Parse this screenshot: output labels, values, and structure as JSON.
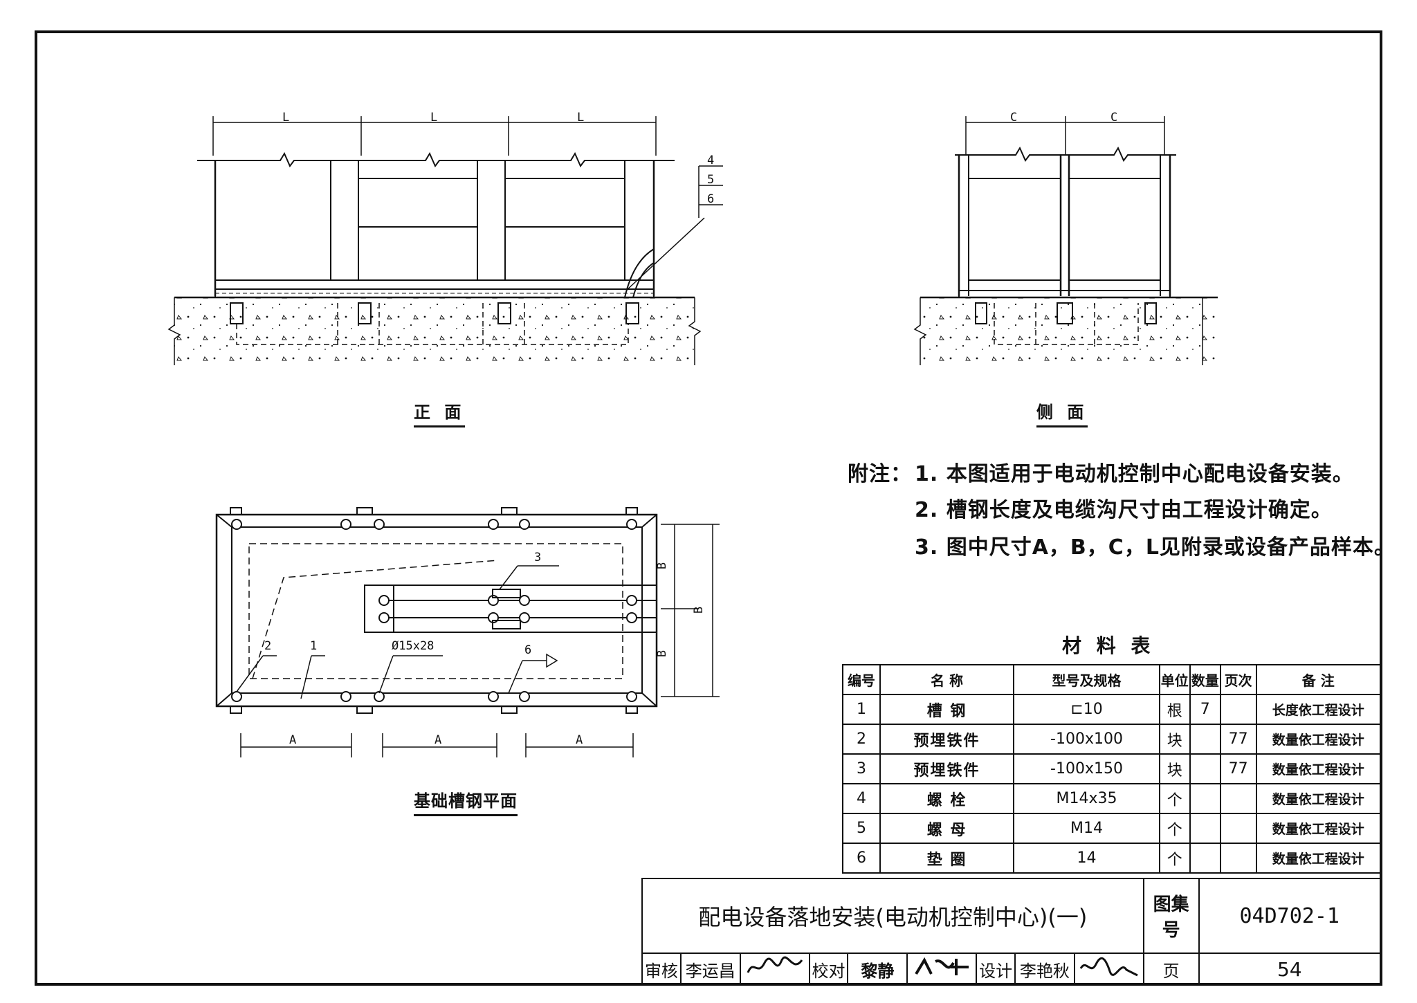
{
  "views": {
    "front": {
      "title": "正 面",
      "dims": [
        "L",
        "L",
        "L"
      ],
      "callouts": [
        "4",
        "5",
        "6"
      ]
    },
    "side": {
      "title": "侧 面",
      "dims": [
        "C",
        "C"
      ]
    },
    "plan": {
      "title": "基础槽钢平面",
      "dims_a": [
        "A",
        "A",
        "A"
      ],
      "dims_b": [
        "B",
        "B",
        "B"
      ],
      "callouts": [
        "1",
        "2",
        "3",
        "6"
      ],
      "bolt_spec": "Ø15x28"
    }
  },
  "notes": {
    "prefix": "附注：",
    "items": [
      "1. 本图适用于电动机控制中心配电设备安装。",
      "2. 槽钢长度及电缆沟尺寸由工程设计确定。",
      "3. 图中尺寸A，B，C，L见附录或设备产品样本。"
    ]
  },
  "materials": {
    "title": "材 料 表",
    "headers": [
      "编号",
      "名 称",
      "型号及规格",
      "单位",
      "数量",
      "页次",
      "备 注"
    ],
    "rows": [
      [
        "1",
        "槽 钢",
        "⊏10",
        "根",
        "7",
        "",
        "长度依工程设计"
      ],
      [
        "2",
        "预埋铁件",
        "-100x100",
        "块",
        "",
        "77",
        "数量依工程设计"
      ],
      [
        "3",
        "预埋铁件",
        "-100x150",
        "块",
        "",
        "77",
        "数量依工程设计"
      ],
      [
        "4",
        "螺 栓",
        "M14x35",
        "个",
        "",
        "",
        "数量依工程设计"
      ],
      [
        "5",
        "螺 母",
        "M14",
        "个",
        "",
        "",
        "数量依工程设计"
      ],
      [
        "6",
        "垫 圈",
        "14",
        "个",
        "",
        "",
        "数量依工程设计"
      ]
    ]
  },
  "title_block": {
    "drawing_title": "配电设备落地安装(电动机控制中心)(一)",
    "atlas_label": "图集号",
    "atlas_no": "04D702-1",
    "review_label": "审核",
    "reviewer": "李运昌",
    "check_label": "校对",
    "checker": "黎静",
    "design_label": "设计",
    "designer": "李艳秋",
    "page_label": "页",
    "page_no": "54"
  }
}
